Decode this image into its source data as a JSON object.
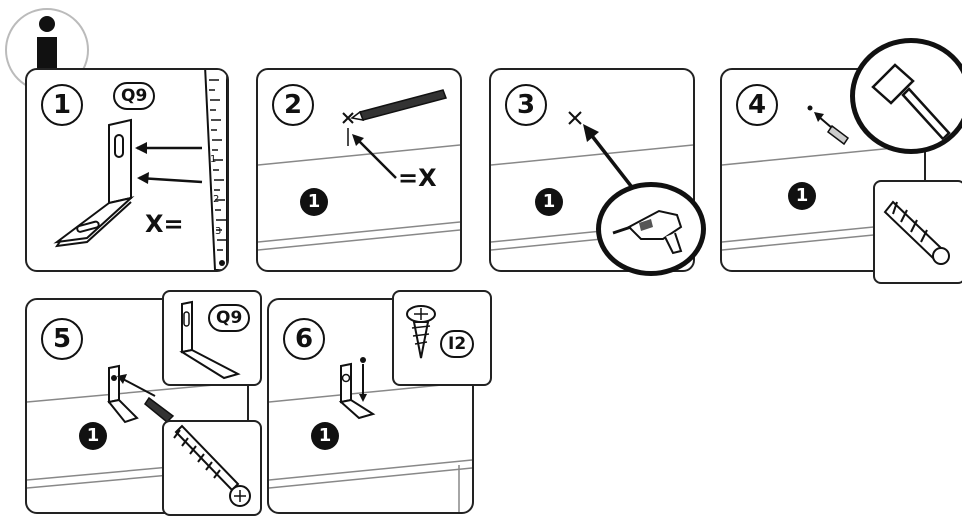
{
  "info": {
    "symbol": "i"
  },
  "steps": [
    {
      "number": "1",
      "code": "Q9",
      "label": "X="
    },
    {
      "number": "2",
      "marker": "1",
      "label": "=X"
    },
    {
      "number": "3",
      "marker": "1"
    },
    {
      "number": "4",
      "marker": "1"
    },
    {
      "number": "5",
      "marker": "1",
      "code": "Q9"
    },
    {
      "number": "6",
      "marker": "1",
      "code": "I2"
    }
  ],
  "ruler": {
    "tick_labels": [
      "1",
      "2",
      "3"
    ]
  }
}
